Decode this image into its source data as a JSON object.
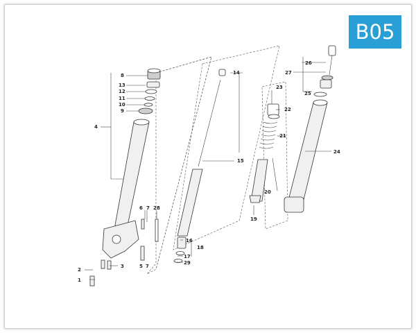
{
  "badge": "B05",
  "callouts": {
    "c1": "1",
    "c2": "2",
    "c3": "3",
    "c4": "4",
    "c5": "5",
    "c6": "6",
    "c7a": "7",
    "c7b": "7",
    "c8": "8",
    "c9": "9",
    "c10": "10",
    "c11": "11",
    "c12": "12",
    "c13": "13",
    "c14": "14",
    "c15": "15",
    "c16": "16",
    "c17": "17",
    "c18": "18",
    "c19": "19",
    "c20": "20",
    "c21": "21",
    "c22": "22",
    "c23": "23",
    "c24": "24",
    "c25": "25",
    "c26": "26",
    "c27": "27",
    "c28": "28",
    "c29": "29"
  }
}
